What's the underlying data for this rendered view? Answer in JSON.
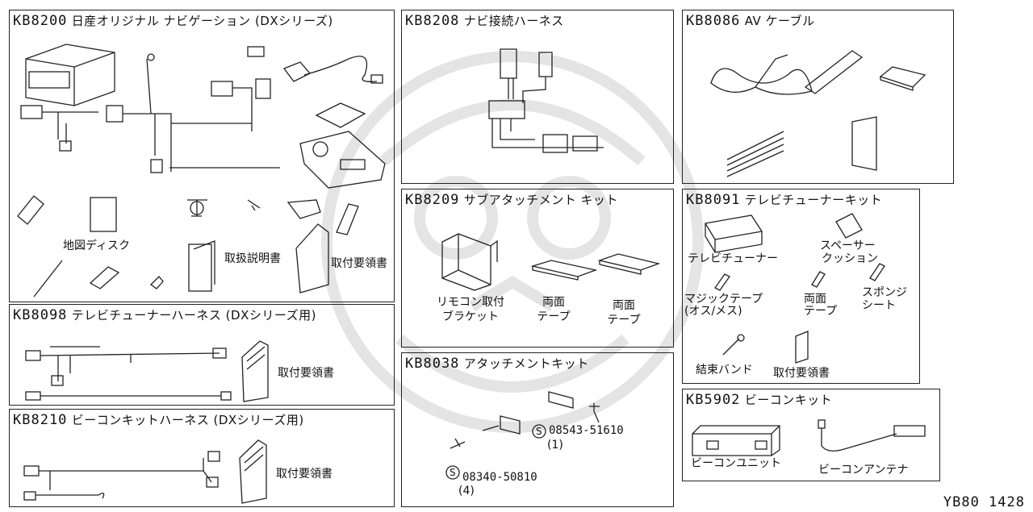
{
  "panels": {
    "kb8200": {
      "code": "KB8200",
      "name": "日産オリジナル ナビゲーション (DXシリーズ)",
      "labels": {
        "disc": "地図ディスク",
        "manual": "取扱説明書",
        "install": "取付要領書"
      }
    },
    "kb8098": {
      "code": "KB8098",
      "name": "テレビチューナーハーネス (DXシリーズ用)",
      "labels": {
        "install": "取付要領書"
      }
    },
    "kb8210": {
      "code": "KB8210",
      "name": "ビーコンキットハーネス (DXシリーズ用)",
      "labels": {
        "install": "取付要領書"
      }
    },
    "kb8208": {
      "code": "KB8208",
      "name": "ナビ接続ハーネス"
    },
    "kb8209": {
      "code": "KB8209",
      "name": "サブアタッチメント キット",
      "labels": {
        "bracket_1": "リモコン取付",
        "bracket_2": "ブラケット",
        "tape1_1": "両面",
        "tape1_2": "テープ",
        "tape2_1": "両面",
        "tape2_2": "テープ"
      }
    },
    "kb8038": {
      "code": "KB8038",
      "name": "アタッチメントキット",
      "labels": {
        "s_mark": "S",
        "part1": "08543-51610",
        "qty1": "(1)",
        "part2": "08340-50810",
        "qty2": "(4)"
      }
    },
    "kb8086": {
      "code": "KB8086",
      "name": "AV ケーブル"
    },
    "kb8091": {
      "code": "KB8091",
      "name": "テレビチューナーキット",
      "labels": {
        "tuner": "テレビチューナー",
        "spacer_1": "スペーサー",
        "spacer_2": "クッション",
        "magic_1": "マジックテープ",
        "magic_2": "(オス/メス)",
        "tape_1": "両面",
        "tape_2": "テープ",
        "sponge_1": "スポンジ",
        "sponge_2": "シート",
        "band": "結束バンド",
        "install": "取付要領書"
      }
    },
    "kb5902": {
      "code": "KB5902",
      "name": "ビーコンキット",
      "labels": {
        "unit": "ビーコンユニット",
        "antenna": "ビーコンアンテナ"
      }
    }
  },
  "footer": "YB80 1428"
}
